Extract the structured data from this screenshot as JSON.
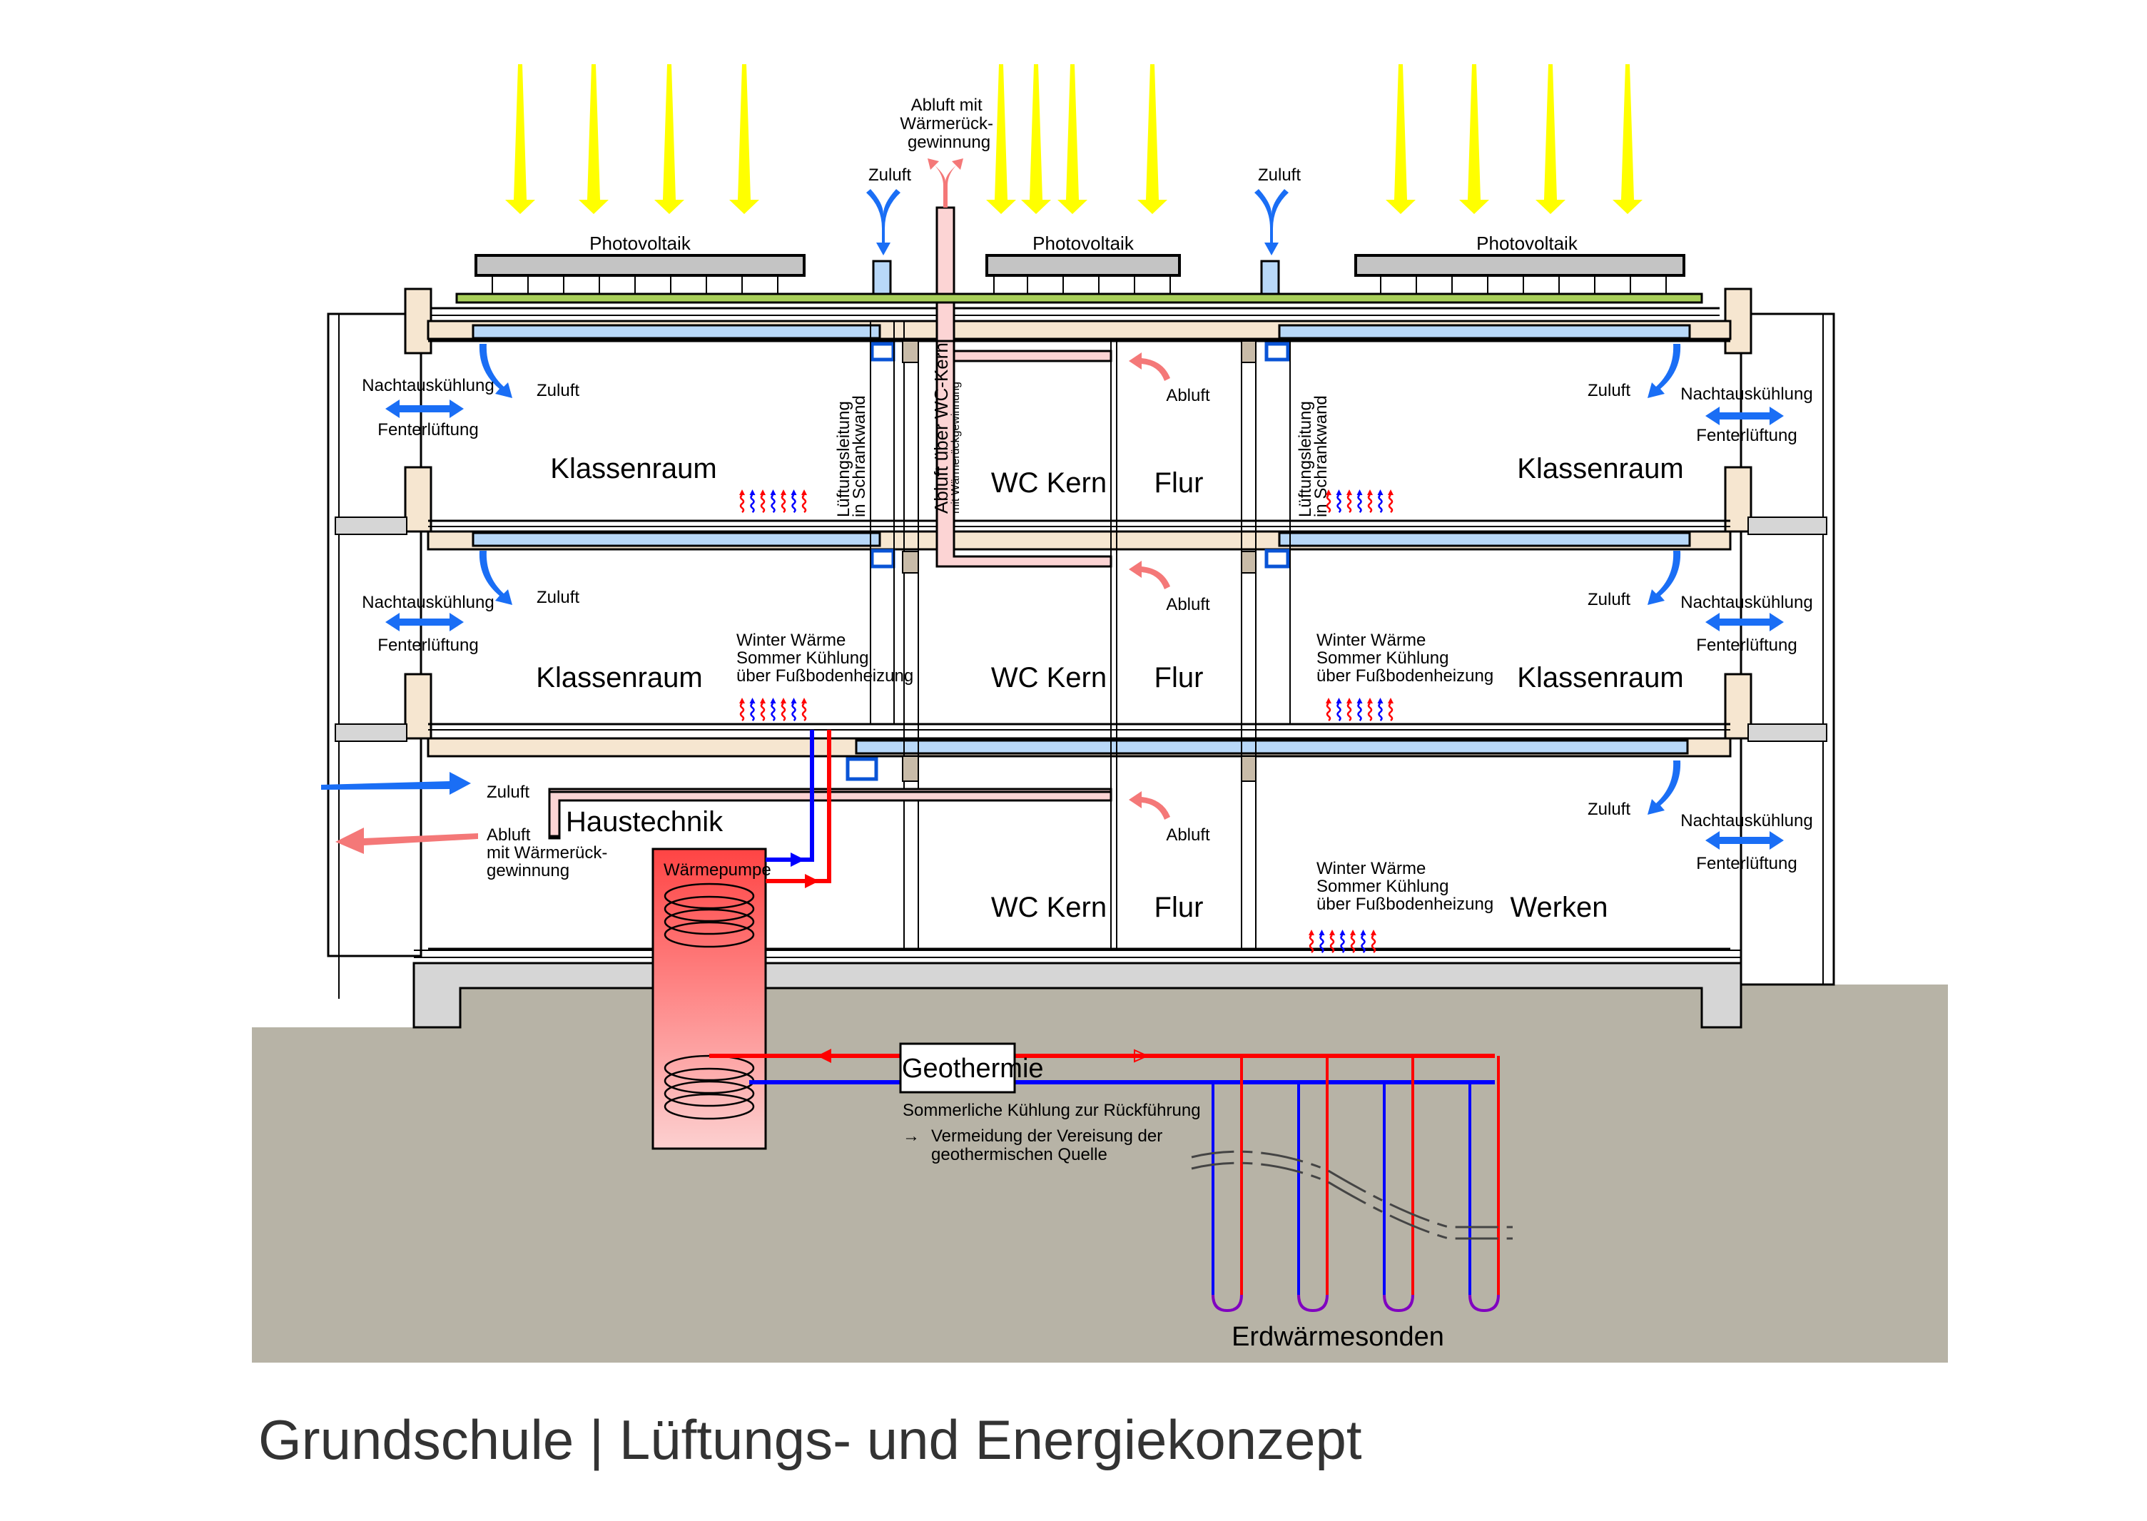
{
  "roof": {
    "pv_left": "Photovoltaik",
    "pv_center": "Photovoltaik",
    "pv_right": "Photovoltaik",
    "zuluft_left": "Zuluft",
    "zuluft_right": "Zuluft",
    "abluft_top": [
      "Abluft mit",
      "Wärmerück-",
      "gewinnung"
    ]
  },
  "floors": {
    "upper": {
      "left_room": "Klassenraum",
      "right_room": "Klassenraum",
      "wc": "WC Kern",
      "flur": "Flur",
      "zuluft_left": "Zuluft",
      "zuluft_right": "Zuluft",
      "abluft": "Abluft",
      "night_cooling": "Nachtauskühlung",
      "window_vent": "Fenterlüftung",
      "duct_label_left": [
        "Lüftungsleitung",
        "in Schrankwand"
      ],
      "duct_label_right": [
        "Lüftungsleitung",
        "in Schrankwand"
      ],
      "wc_exhaust": [
        "Abluft über WC-Kern",
        "mit Wärmerückgewinnung"
      ]
    },
    "middle": {
      "left_room": "Klassenraum",
      "right_room": "Klassenraum",
      "wc": "WC Kern",
      "flur": "Flur",
      "zuluft_left": "Zuluft",
      "zuluft_right": "Zuluft",
      "abluft": "Abluft",
      "night_cooling": "Nachtauskühlung",
      "window_vent": "Fenterlüftung",
      "floor_heating_left": [
        "Winter Wärme",
        "Sommer Kühlung",
        "über Fußbodenheizung"
      ],
      "floor_heating_right": [
        "Winter Wärme",
        "Sommer Kühlung",
        "über Fußbodenheizung"
      ]
    },
    "ground": {
      "left_room": "Haustechnik",
      "right_room": "Werken",
      "wc": "WC Kern",
      "flur": "Flur",
      "zuluft_left": "Zuluft",
      "abluft_left": [
        "Abluft",
        "mit Wärmerück-",
        "gewinnung"
      ],
      "zuluft_right": "Zuluft",
      "abluft": "Abluft",
      "night_cooling": "Nachtauskühlung",
      "window_vent": "Fenterlüftung",
      "heat_pump": "Wärmepumpe",
      "floor_heating_right": [
        "Winter Wärme",
        "Sommer Kühlung",
        "über Fußbodenheizung"
      ]
    }
  },
  "ground_system": {
    "geothermie": "Geothermie",
    "note_line1": "Sommerliche Kühlung zur Rückführung",
    "note_line2": "Vermeidung der Vereisung der",
    "note_line3": "geothermischen Quelle",
    "note_arrow": "→",
    "probes_label": "Erdwärmesonden",
    "probe_count": 4
  },
  "colors": {
    "sun": "#ffff00",
    "supply_air": "#1a6ef5",
    "exhaust_air": "#f47878",
    "hot_pipe": "#ff0000",
    "cold_pipe": "#0000ff",
    "soil": "#b7b3a6"
  },
  "footer": {
    "title": "Grundschule |  Lüftungs- und Energiekonzept"
  }
}
